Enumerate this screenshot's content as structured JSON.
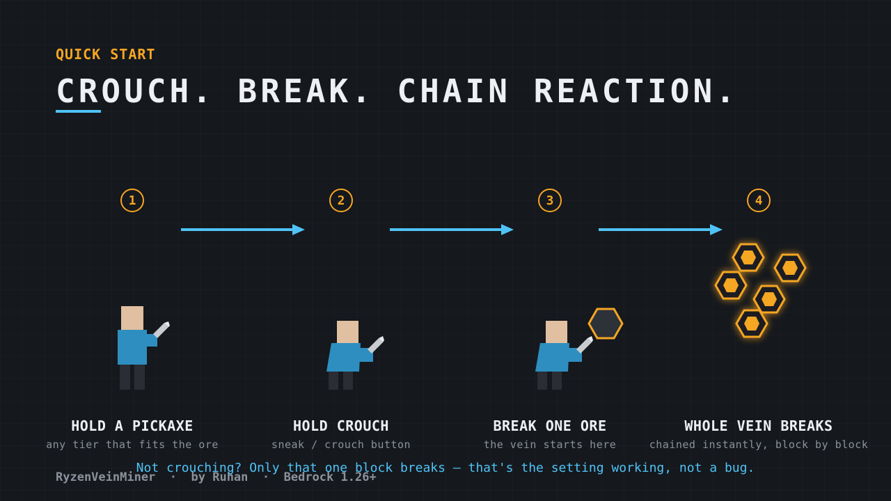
{
  "header": {
    "eyebrow": "QUICK START",
    "headline": "CROUCH. BREAK. CHAIN REACTION."
  },
  "colors": {
    "accent_orange": "#f5a623",
    "accent_blue": "#4fc3f7",
    "skin": "#e0c0a0",
    "shirt": "#2e8ec0",
    "pants": "#2a2d33",
    "ore_stone": "#2d3138"
  },
  "steps": [
    {
      "number": "1",
      "title": "HOLD A PICKAXE",
      "subtitle": "any tier that fits the ore"
    },
    {
      "number": "2",
      "title": "HOLD CROUCH",
      "subtitle": "sneak / crouch button"
    },
    {
      "number": "3",
      "title": "BREAK ONE ORE",
      "subtitle": "the vein starts here"
    },
    {
      "number": "4",
      "title": "WHOLE VEIN BREAKS",
      "subtitle": "chained instantly, block by block"
    }
  ],
  "icons": [
    "step-arrow-icon",
    "player-icon",
    "pickaxe-icon",
    "ore-block-icon",
    "ore-vein-icon"
  ],
  "note": "Not crouching? Only that one block breaks — that's the setting working, not a bug.",
  "footer": {
    "app_name": "RyzenVeinMiner",
    "separator": "·",
    "author": "by Ruhan",
    "version": "Bedrock 1.26+"
  }
}
